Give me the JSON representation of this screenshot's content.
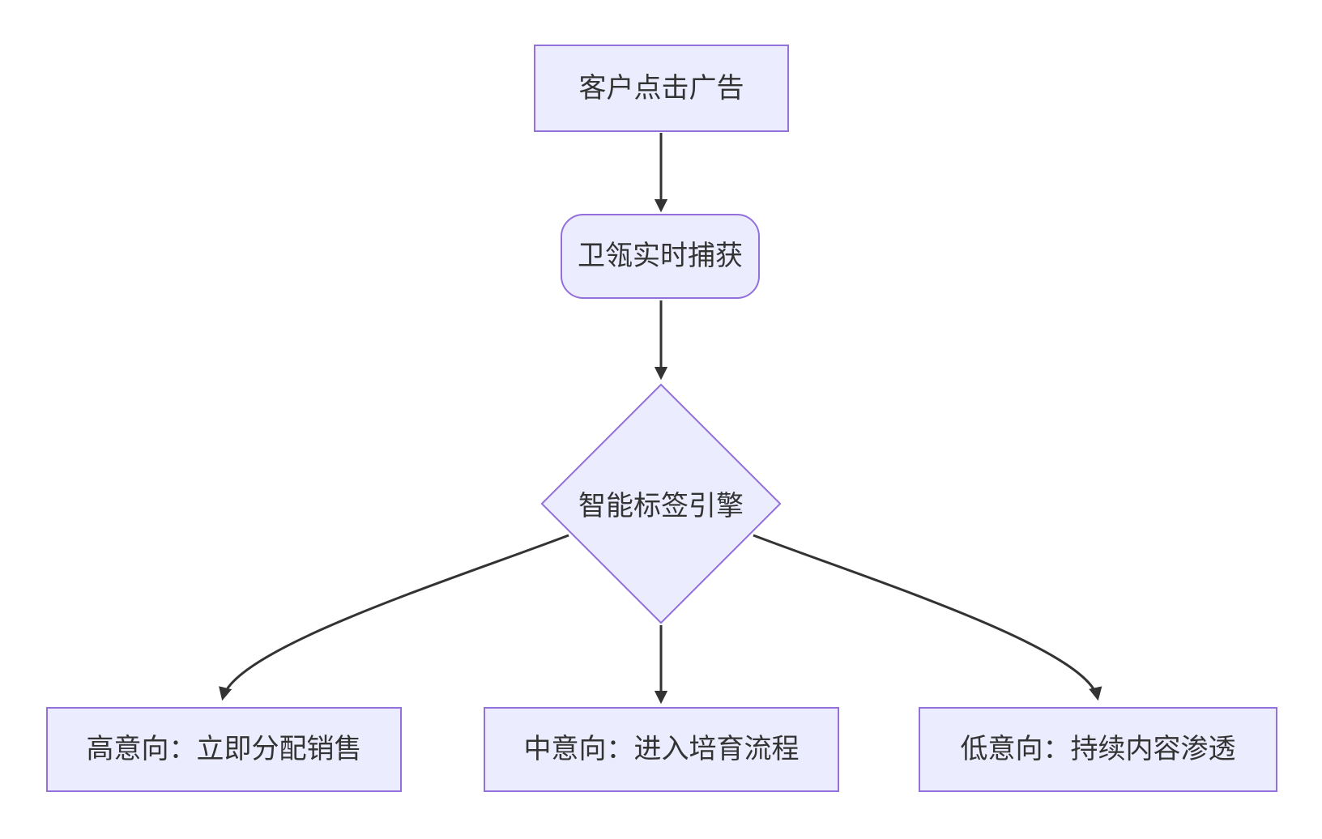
{
  "diagram": {
    "type": "flowchart",
    "direction": "top-down",
    "nodes": [
      {
        "id": "start",
        "shape": "rectangle",
        "label": "客户点击广告"
      },
      {
        "id": "capture",
        "shape": "rounded-rectangle",
        "label": "卫瓴实时捕获"
      },
      {
        "id": "engine",
        "shape": "diamond",
        "label": "智能标签引擎"
      },
      {
        "id": "high",
        "shape": "rectangle",
        "label": "高意向：立即分配销售"
      },
      {
        "id": "mid",
        "shape": "rectangle",
        "label": "中意向：进入培育流程"
      },
      {
        "id": "low",
        "shape": "rectangle",
        "label": "低意向：持续内容渗透"
      }
    ],
    "edges": [
      {
        "from": "客户点击广告",
        "to": "卫瓴实时捕获"
      },
      {
        "from": "卫瓴实时捕获",
        "to": "智能标签引擎"
      },
      {
        "from": "智能标签引擎",
        "to": "高意向：立即分配销售"
      },
      {
        "from": "智能标签引擎",
        "to": "中意向：进入培育流程"
      },
      {
        "from": "智能标签引擎",
        "to": "低意向：持续内容渗透"
      }
    ],
    "colors": {
      "node_fill": "#ECECFF",
      "node_border": "#9370DB",
      "text": "#333333",
      "edge": "#333333",
      "background": "#FFFFFF"
    }
  }
}
